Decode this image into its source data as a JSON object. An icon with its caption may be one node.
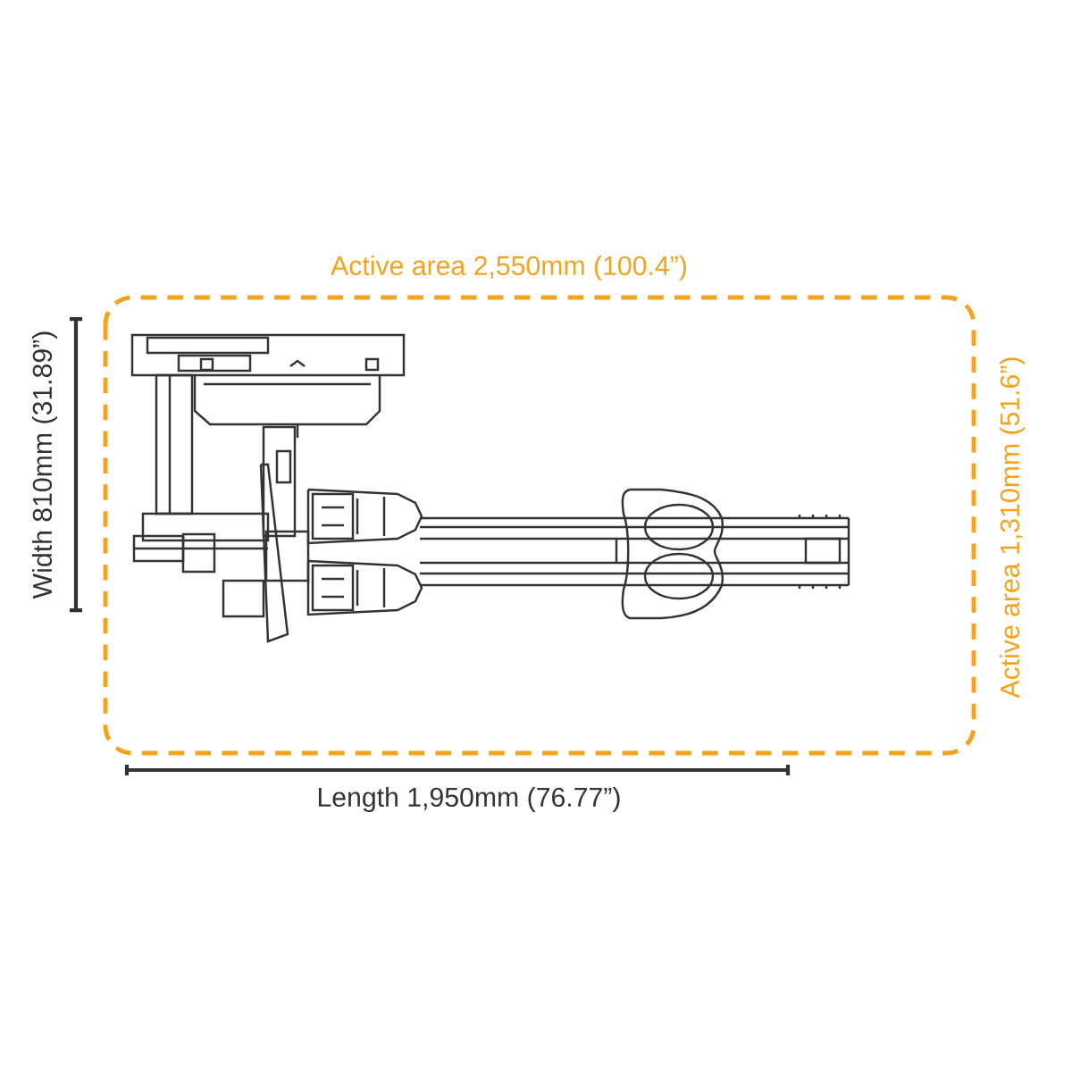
{
  "diagram": {
    "labels": [
      "Active area 2,550mm (100.4”)",
      "Width 810mm (31.89”)",
      "Active area 1,310mm (51.6”)",
      "Length 1,950mm (76.77”)"
    ]
  }
}
